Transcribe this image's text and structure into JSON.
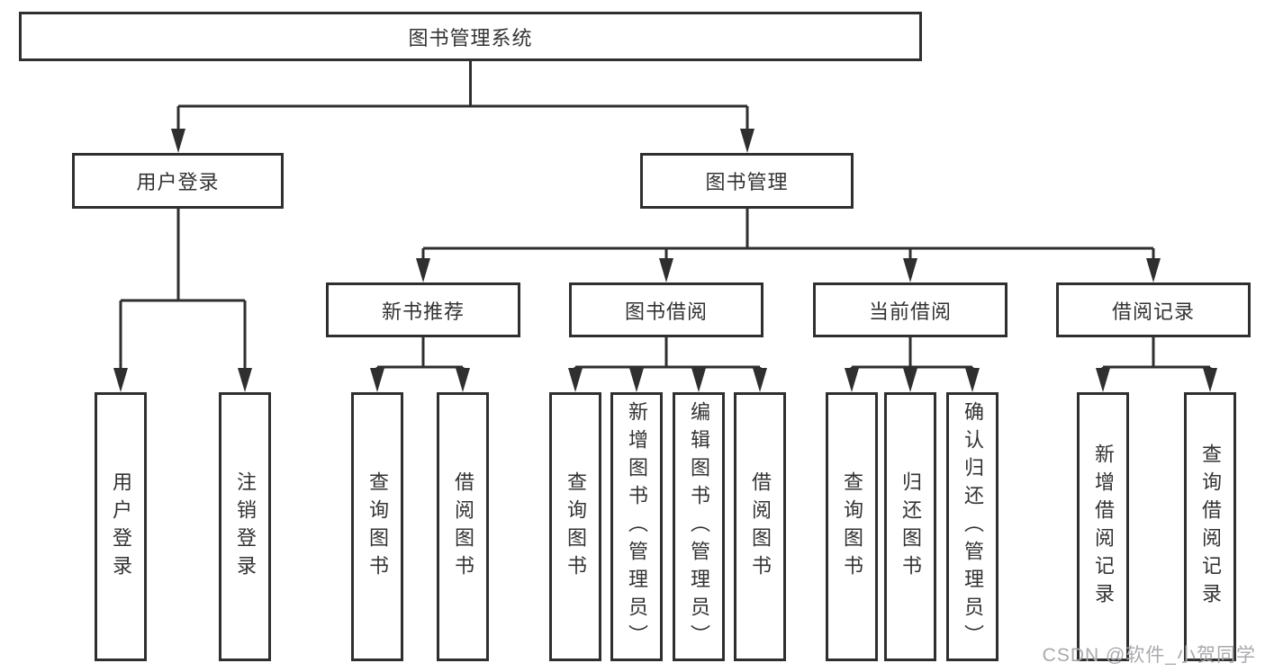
{
  "diagram": {
    "root": "图书管理系统",
    "level2": {
      "user_login": "用户登录",
      "book_management": "图书管理"
    },
    "level3": {
      "new_book_rec": "新书推荐",
      "book_borrow": "图书借阅",
      "current_borrow": "当前借阅",
      "borrow_records": "借阅记录"
    },
    "leaves": {
      "login": [
        "用户登录",
        "注销登录"
      ],
      "new_book_rec": [
        "查询图书",
        "借阅图书"
      ],
      "book_borrow": [
        "查询图书",
        "新增图书（管理员）",
        "编辑图书（管理员）",
        "借阅图书"
      ],
      "current_borrow": [
        "查询图书",
        "归还图书",
        "确认归还（管理员）"
      ],
      "borrow_records": [
        "新增借阅记录",
        "查询借阅记录"
      ]
    }
  },
  "watermark": "CSDN @软件_小贺同学",
  "colors": {
    "line": "#2f2f2f",
    "text": "#333333",
    "watermark": "#aaaaae",
    "background": "#ffffff"
  }
}
